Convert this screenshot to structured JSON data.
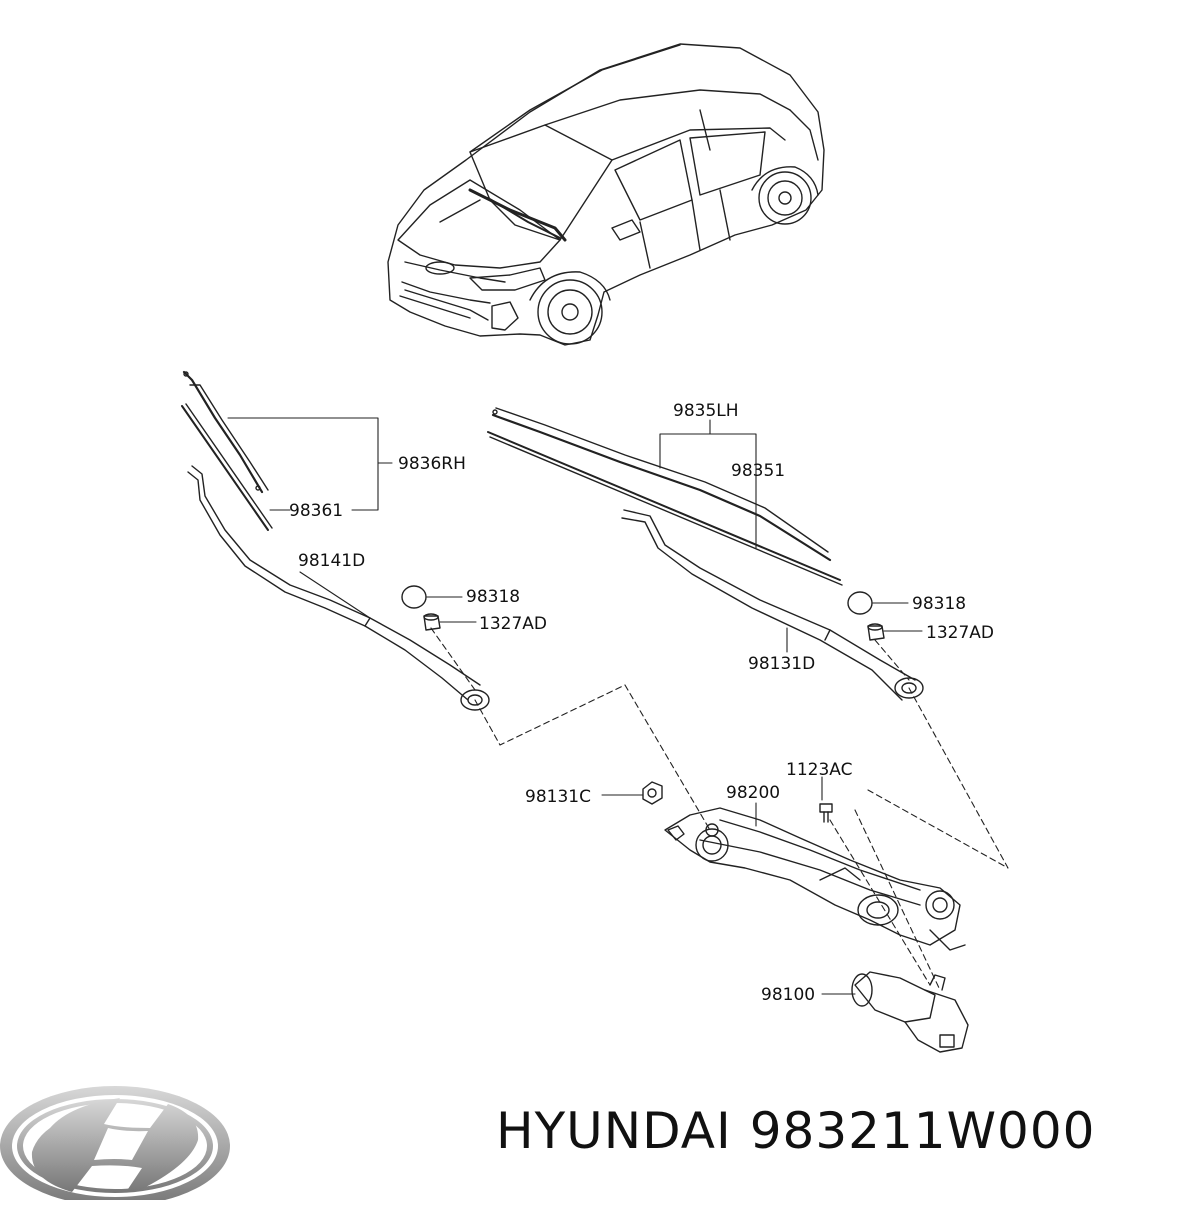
{
  "callouts": {
    "wiper_blade_rh": "9836RH",
    "blade_refill_rh": "98361",
    "wiper_blade_lh": "9835LH",
    "blade_refill_lh": "98351",
    "arm_rh": "98141D",
    "cap_rh": "98318",
    "nut_rh": "1327AD",
    "cap_lh": "98318",
    "nut_lh": "1327AD",
    "arm_lh": "98131D",
    "bolt": "1123AC",
    "linkage": "98200",
    "pivot_nut": "98131C",
    "motor": "98100"
  },
  "caption": {
    "brand": "HYUNDAI",
    "part_number": "983211W000"
  },
  "colors": {
    "line": "#222222",
    "logo": "#9a9a9a"
  }
}
